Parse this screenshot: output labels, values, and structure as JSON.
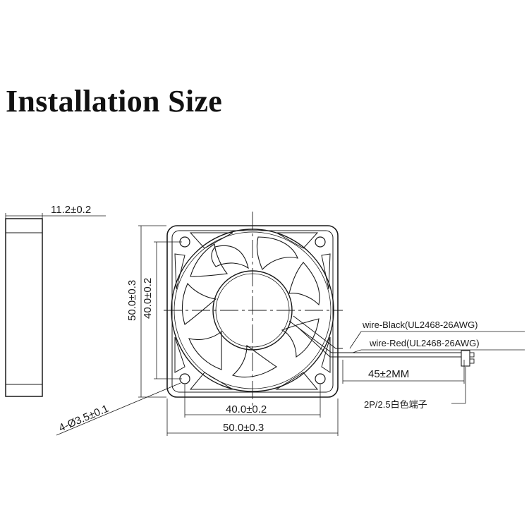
{
  "title": "Installation Size",
  "dimensions": {
    "thickness": "11.2±0.2",
    "outer_height": "50.0±0.3",
    "hole_spacing_vertical": "40.0±0.2",
    "hole_spacing_horizontal": "40.0±0.2",
    "outer_width": "50.0±0.3",
    "mounting_holes": "4-Ø3.5±0.1",
    "wire_length": "45±2MM"
  },
  "wires": {
    "black": "wire-Black(UL2468-26AWG)",
    "red": "wire-Red(UL2468-26AWG)"
  },
  "connector": "2P/2.5白色端子"
}
